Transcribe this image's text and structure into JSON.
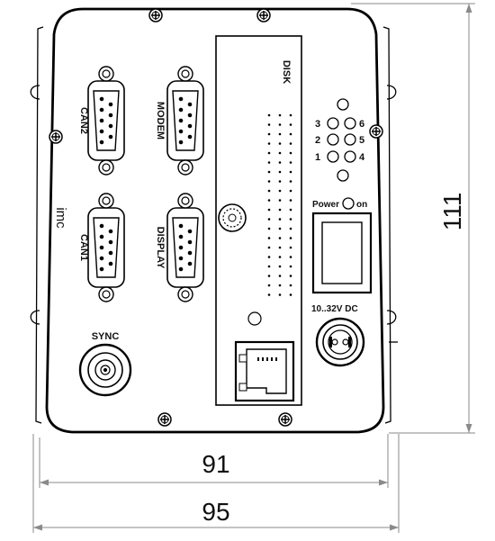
{
  "connectors": {
    "can2": "CAN2",
    "modem": "MODEM",
    "can1": "CAN1",
    "display": "DISPLAY",
    "sync": "SYNC"
  },
  "logo": "imc",
  "disk": "DISK",
  "leds": {
    "n1": "1",
    "n2": "2",
    "n3": "3",
    "n4": "4",
    "n5": "5",
    "n6": "6"
  },
  "power": {
    "label": "Power",
    "state": "on"
  },
  "voltage": "10..32V DC",
  "dimensions": {
    "height": "111",
    "inner_width": "91",
    "outer_width": "95"
  },
  "colors": {
    "line": "#000000",
    "dim_line": "#777777"
  }
}
